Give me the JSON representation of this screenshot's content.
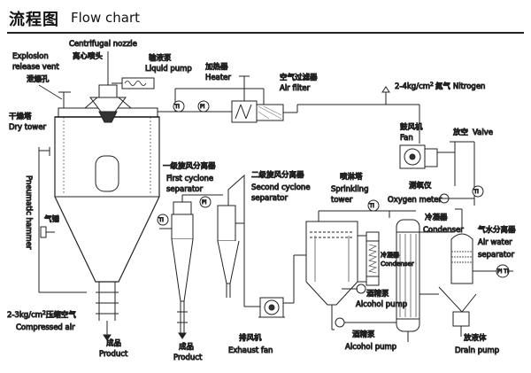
{
  "header": {
    "title_zh": "流程图",
    "title_en": "Flow chart"
  },
  "labels": {
    "explosion_vent_en1": "Explosion",
    "explosion_vent_en2": "release vent",
    "explosion_vent_zh": "泄爆孔",
    "nozzle_en": "Centrifugal nozzle",
    "nozzle_zh": "离心喷头",
    "liquid_pump_zh": "输液泵",
    "liquid_pump_en": "Liquid pump",
    "heater_zh": "加热器",
    "heater_en": "Heater",
    "air_filter_zh": "空气过滤器",
    "air_filter_en": "Air filter",
    "nitrogen_prefix": "2-4kg/cm",
    "nitrogen_sup": "2",
    "nitrogen_zh": "氮气",
    "nitrogen_en": "Nitrogen",
    "dry_tower_zh": "干燥塔",
    "dry_tower_en": "Dry tower",
    "fan_zh": "鼓风机",
    "fan_en": "Fan",
    "valve_zh": "放空",
    "valve_en": "Valve",
    "first_cyclone_zh": "一级旋风分离器",
    "first_cyclone_en1": "First cyclone",
    "first_cyclone_en2": "separator",
    "second_cyclone_zh": "二级旋风分离器",
    "second_cyclone_en1": "Second cyclone",
    "second_cyclone_en2": "separator",
    "sprinkling_zh": "喷淋塔",
    "sprinkling_en1": "Sprinkling",
    "sprinkling_en2": "tower",
    "oxygen_zh": "测氧仪",
    "oxygen_en": "Oxygen meter",
    "pneumatic_hammer_en": "Pneumatic hammer",
    "air_hammer_zh": "气锤",
    "condenser_zh": "冷凝器",
    "condenser_en": "Condenser",
    "small_condenser_zh": "冷凝器",
    "small_condenser_en": "Condenser",
    "air_water_zh": "气水分离器",
    "air_water_en1": "Air water",
    "air_water_en2": "separator",
    "alcohol_pump1_zh": "酒精泵",
    "alcohol_pump1_en": "Alcohol pump",
    "alcohol_pump2_zh": "酒精泵",
    "alcohol_pump2_en": "Alcohol pump",
    "compressed_prefix": "2-3kg/cm",
    "compressed_sup": "2",
    "compressed_zh": "压缩空气",
    "compressed_en": "Compressed air",
    "product1_zh": "成品",
    "product1_en": "Product",
    "product2_zh": "成品",
    "product2_en": "Product",
    "exhaust_fan_zh": "排风机",
    "exhaust_fan_en": "Exhaust fan",
    "drain_zh": "放液体",
    "drain_en": "Drain pump"
  },
  "instruments": {
    "ti": "TI",
    "pi": "PI",
    "ti_pi": "PI TI"
  }
}
